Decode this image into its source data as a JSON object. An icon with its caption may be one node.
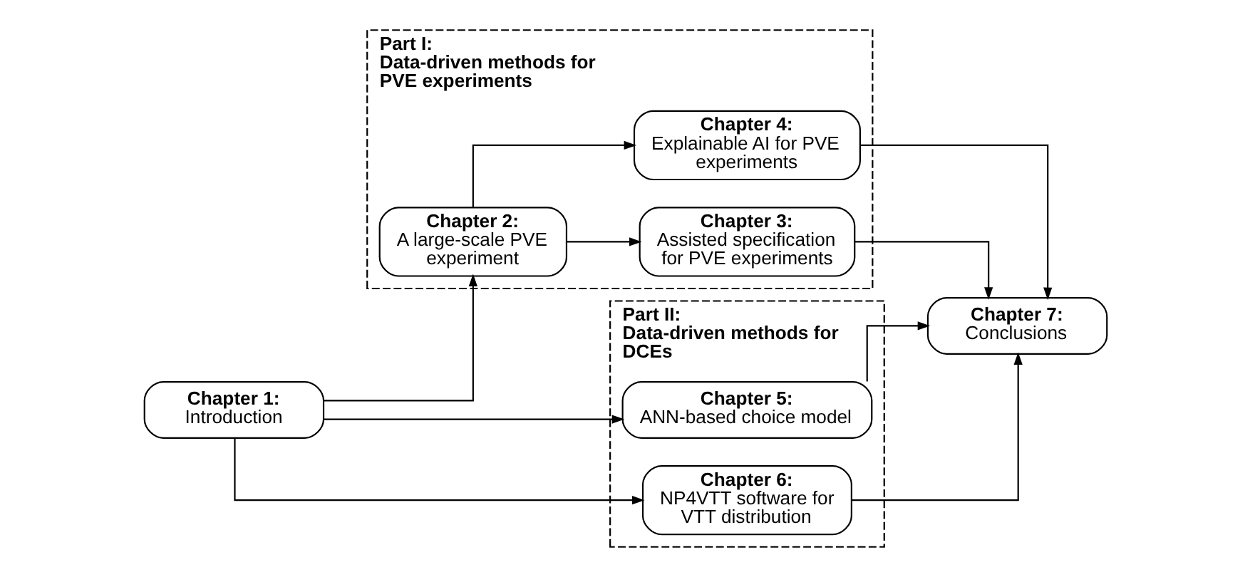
{
  "diagram": {
    "nodes": [
      {
        "text": [
          "Chapter 1:",
          "Introduction"
        ]
      },
      {
        "text": [
          "Part I:",
          "Data-driven methods for PVE experiments"
        ]
      },
      {
        "text": [
          "Chapter 2:",
          "A large-scale PVE experiment"
        ],
        "in": 1
      },
      {
        "text": [
          "Chapter 3:",
          "Assisted specification for PVE experiments"
        ],
        "in": 1
      },
      {
        "text": [
          "Chapter 4:",
          "Explainable AI for PVE experiments"
        ],
        "in": 1
      },
      {
        "text": [
          "Part II:",
          "Data-driven methods for DCEs"
        ]
      },
      {
        "text": [
          "Chapter 5:",
          "ANN-based choice model"
        ],
        "in": 5
      },
      {
        "text": [
          "Chapter 6:",
          "NP4VTT software for VTT distribution"
        ],
        "in": 5
      },
      {
        "text": [
          "Chapter 7:",
          "Conclusions"
        ]
      }
    ],
    "edges": [
      {
        "from": 0,
        "to": 2,
        "arrow": "to"
      },
      {
        "from": 0,
        "to": 6,
        "arrow": "to"
      },
      {
        "from": 0,
        "to": 7,
        "arrow": "to"
      },
      {
        "from": 2,
        "to": 3,
        "arrow": "to"
      },
      {
        "from": 2,
        "to": 4,
        "arrow": "to"
      },
      {
        "from": 3,
        "to": 8,
        "arrow": "to"
      },
      {
        "from": 4,
        "to": 8,
        "arrow": "to"
      },
      {
        "from": 6,
        "to": 8,
        "arrow": "to"
      },
      {
        "from": 7,
        "to": 8,
        "arrow": "to"
      }
    ]
  }
}
